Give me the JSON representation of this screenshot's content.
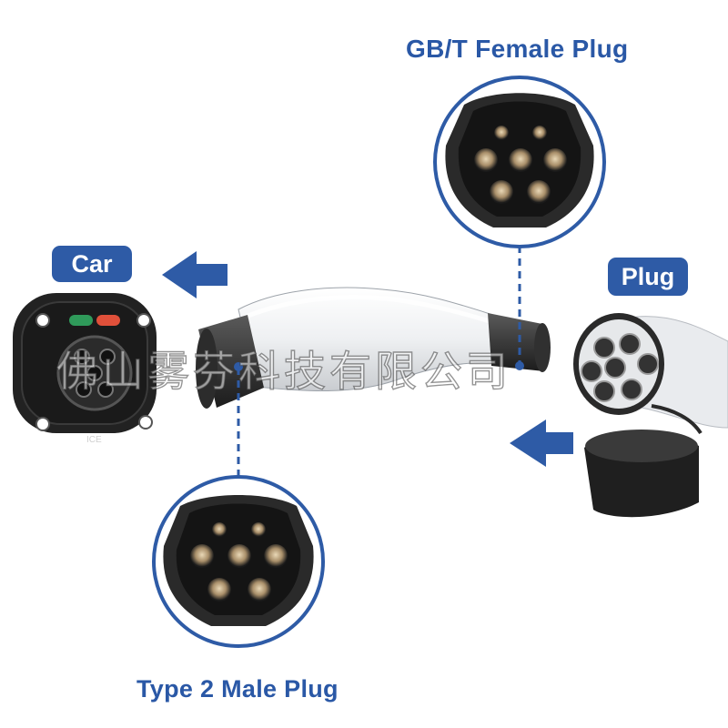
{
  "labels": {
    "gbt_female_plug": "GB/T  Female Plug",
    "type2_male_plug": "Type 2 Male Plug",
    "car": "Car",
    "plug": "Plug"
  },
  "watermark": "佛山雾芬科技有限公司",
  "inlet_marking": "ICE",
  "colors": {
    "accent_blue": "#2e5ba6",
    "caption_blue": "#2a58a6",
    "indicator_green": "#2f9a5a",
    "indicator_red": "#e0503a"
  }
}
